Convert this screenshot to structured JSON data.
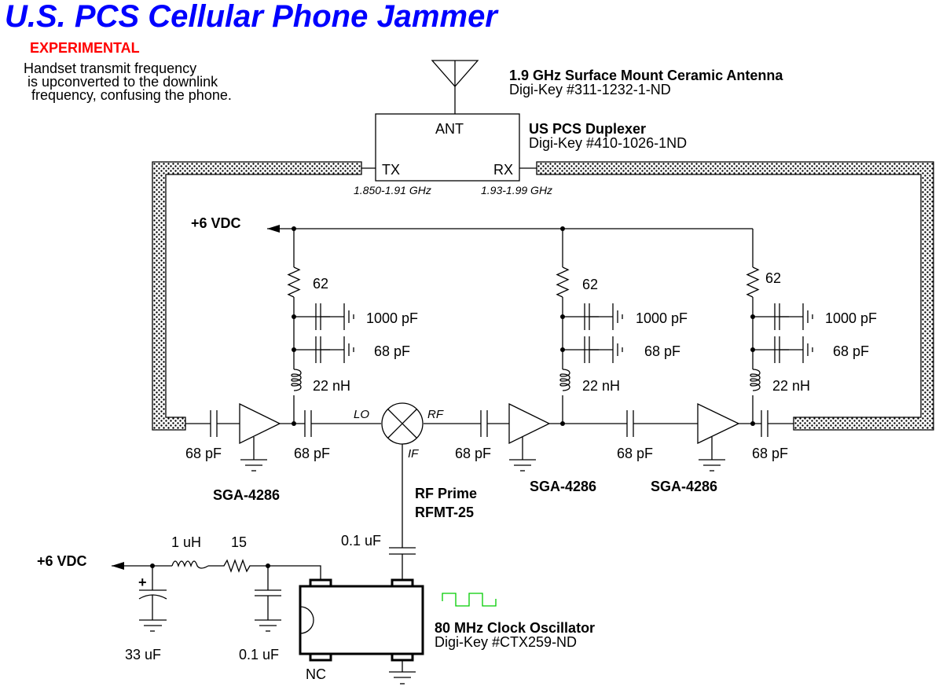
{
  "title": "U.S. PCS Cellular Phone Jammer",
  "status_label": "EXPERIMENTAL",
  "description": [
    "Handset transmit frequency",
    " is upconverted to the downlink",
    "  frequency, confusing the phone."
  ],
  "colors": {
    "title": "#0000ff",
    "status": "#ff0000",
    "clock_waveform": "#00cc00",
    "wire": "#000000"
  },
  "antenna": {
    "name": "1.9 GHz Surface Mount Ceramic Antenna",
    "part": "Digi-Key #311-1232-1-ND"
  },
  "duplexer": {
    "name": "US PCS Duplexer",
    "part": "Digi-Key #410-1026-1ND",
    "ports": {
      "ant": "ANT",
      "tx": "TX",
      "rx": "RX"
    },
    "tx_band": "1.850-1.91 GHz",
    "rx_band": "1.93-1.99 GHz"
  },
  "supply_label": "+6 VDC",
  "bias_networks": [
    {
      "resistor": "62",
      "cap_bypass_1": "1000 pF",
      "cap_bypass_2": "68 pF",
      "inductor": "22 nH"
    },
    {
      "resistor": "62",
      "cap_bypass_1": "1000 pF",
      "cap_bypass_2": "68 pF",
      "inductor": "22 nH"
    },
    {
      "resistor": "62",
      "cap_bypass_1": "1000 pF",
      "cap_bypass_2": "68 pF",
      "inductor": "22 nH"
    }
  ],
  "coupling_caps": [
    "68 pF",
    "68 pF",
    "68 pF",
    "68 pF",
    "68 pF"
  ],
  "amplifiers": [
    "SGA-4286",
    "SGA-4286",
    "SGA-4286"
  ],
  "mixer": {
    "ports": {
      "lo": "LO",
      "rf": "RF",
      "if": "IF"
    },
    "name": "RF Prime",
    "part": "RFMT-25"
  },
  "oscillator_section": {
    "supply_label": "+6 VDC",
    "inductor": "1 uH",
    "resistor": "15",
    "bulk_cap": "33 uF",
    "bulk_cap_polarity": "+",
    "bypass_cap": "0.1 uF",
    "coupling_cap": "0.1 uF",
    "nc_label": "NC",
    "name": "80 MHz Clock Oscillator",
    "part": "Digi-Key #CTX259-ND"
  }
}
